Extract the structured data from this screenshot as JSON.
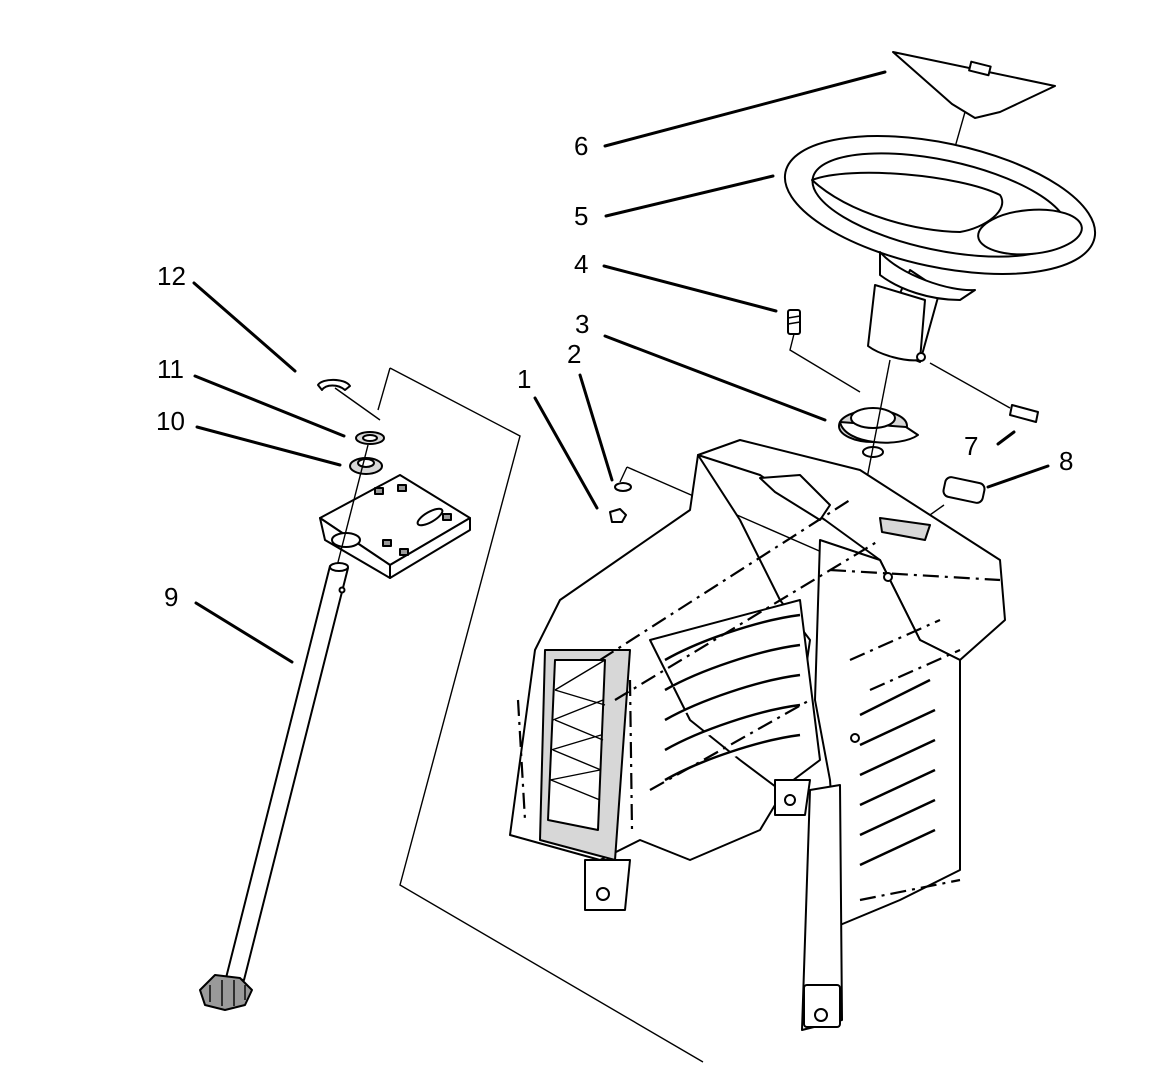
{
  "callouts": [
    {
      "id": "1",
      "label": "1"
    },
    {
      "id": "2",
      "label": "2"
    },
    {
      "id": "3",
      "label": "3"
    },
    {
      "id": "4",
      "label": "4"
    },
    {
      "id": "5",
      "label": "5"
    },
    {
      "id": "6",
      "label": "6"
    },
    {
      "id": "7",
      "label": "7"
    },
    {
      "id": "8",
      "label": "8"
    },
    {
      "id": "9",
      "label": "9"
    },
    {
      "id": "10",
      "label": "10"
    },
    {
      "id": "11",
      "label": "11"
    },
    {
      "id": "12",
      "label": "12"
    }
  ],
  "parts": {
    "steering_wheel_cap": "steering-wheel-cap",
    "steering_wheel": "steering-wheel",
    "shaft": "steering-shaft",
    "pedestal": "steering-pedestal",
    "mount_plate": "mounting-plate"
  }
}
